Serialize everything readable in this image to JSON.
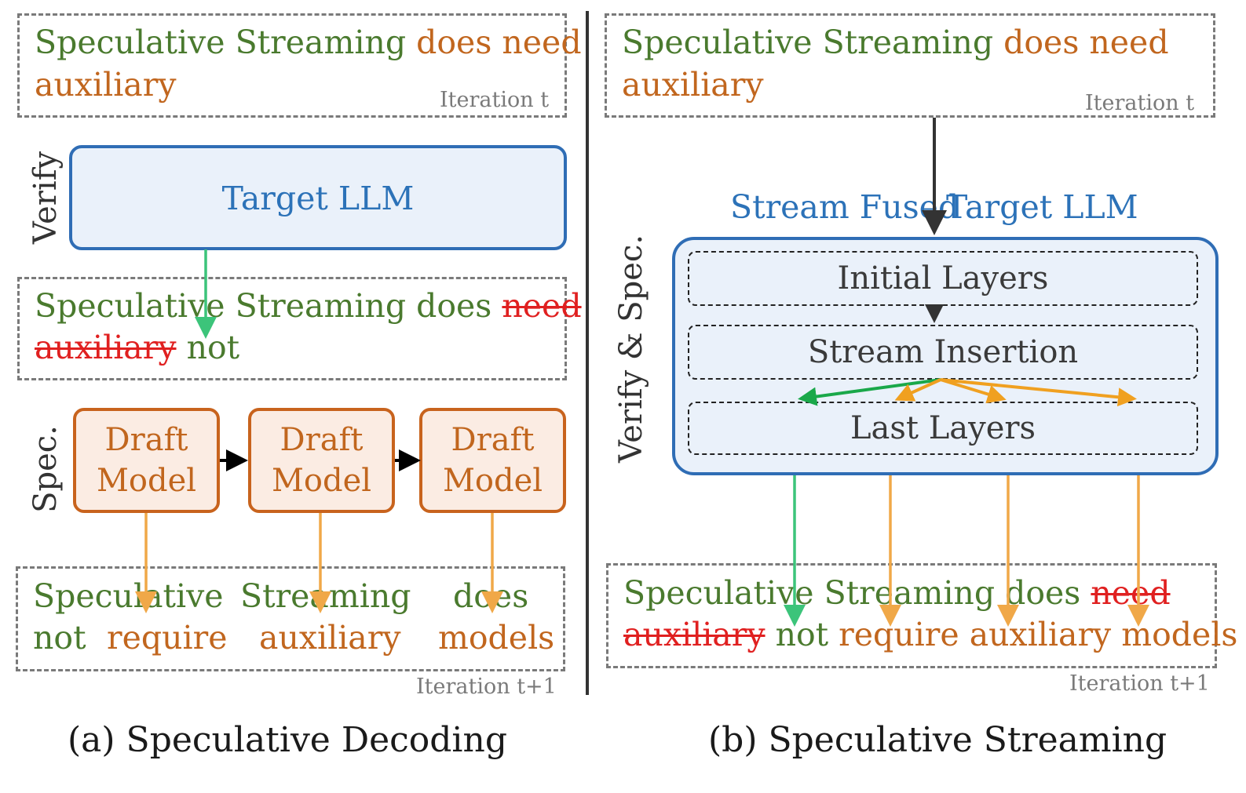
{
  "left": {
    "iteration_t": "Iteration t",
    "iteration_t1": "Iteration t+1",
    "top_box": {
      "line1": [
        {
          "text": "Speculative Streaming ",
          "style": "green"
        },
        {
          "text": "does need",
          "style": "orange"
        }
      ],
      "line2": [
        {
          "text": "auxiliary",
          "style": "orange"
        }
      ]
    },
    "verify_label": "Verify",
    "target_llm": "Target LLM",
    "verify_box": {
      "line1": [
        {
          "text": "Speculative Streaming does ",
          "style": "green"
        },
        {
          "text": "need",
          "style": "rejected"
        }
      ],
      "line2": [
        {
          "text": "auxiliary",
          "style": "rejected"
        },
        {
          "text": " not",
          "style": "green"
        }
      ]
    },
    "spec_label": "Spec.",
    "draft_models": [
      {
        "line1": "Draft",
        "line2": "Model"
      },
      {
        "line1": "Draft",
        "line2": "Model"
      },
      {
        "line1": "Draft",
        "line2": "Model"
      }
    ],
    "bottom_box": {
      "columns": [
        {
          "top": "Speculative",
          "bottom": "not",
          "top_style": "green",
          "bottom_style": "green"
        },
        {
          "top": "require",
          "bottom": "",
          "top_style": "orange",
          "bottom_style": "orange"
        },
        {
          "top": "Streaming",
          "bottom": "auxiliary",
          "top_style": "green",
          "bottom_style": "orange"
        },
        {
          "top": "does",
          "bottom": "models",
          "top_style": "green",
          "bottom_style": "orange"
        }
      ]
    },
    "caption": "(a) Speculative Decoding"
  },
  "right": {
    "iteration_t": "Iteration t",
    "iteration_t1": "Iteration t+1",
    "top_box": {
      "line1": [
        {
          "text": "Speculative Streaming ",
          "style": "green"
        },
        {
          "text": "does need",
          "style": "orange"
        }
      ],
      "line2": [
        {
          "text": "auxiliary",
          "style": "orange"
        }
      ]
    },
    "model_title_left": "Stream Fused",
    "model_title_right": "Target LLM",
    "side_label": "Verify & Spec.",
    "layers": {
      "initial": "Initial Layers",
      "stream": "Stream Insertion",
      "last": "Last Layers"
    },
    "bottom_box": {
      "line1": [
        {
          "text": "Speculative Streaming does ",
          "style": "green"
        },
        {
          "text": "need",
          "style": "rejected"
        }
      ],
      "line2": [
        {
          "text": "auxiliary",
          "style": "rejected"
        },
        {
          "text": " not ",
          "style": "green"
        },
        {
          "text": "require auxiliary models",
          "style": "orange"
        }
      ]
    },
    "caption": "(b) Speculative Streaming"
  },
  "colors": {
    "green_text": "#4a7a2e",
    "orange_text": "#c1661e",
    "rejected_text": "#e02020",
    "blue_text": "#2c72b8",
    "green_arrow": "#3cc47a",
    "orange_arrow": "#f0a848",
    "target_border": "#2f6db5",
    "target_fill": "#eaf1fa",
    "draft_border": "#c8631d",
    "draft_fill": "#fbece3"
  }
}
